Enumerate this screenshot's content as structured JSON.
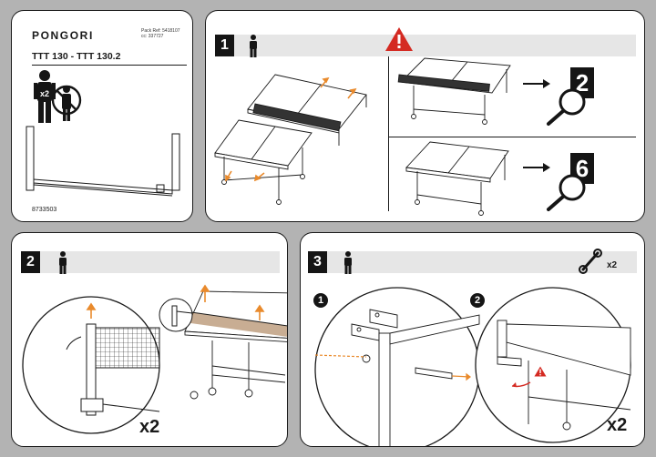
{
  "cover": {
    "brand": "PONGORI",
    "model": "TTT 130 - TTT 130.2",
    "pack_ref_line1": "Pack Ref: 5418107",
    "pack_ref_line2": "cc: 337727",
    "person_badge": "x2",
    "reference": "8733503"
  },
  "step1": {
    "number": "1",
    "ref_a": "2",
    "ref_b": "6"
  },
  "step2": {
    "number": "2",
    "quantity": "x2"
  },
  "step3": {
    "number": "3",
    "tool_quantity": "x2",
    "substep_a": "1",
    "substep_b": "2",
    "quantity": "x2"
  },
  "icons": {
    "person": "person-icon",
    "warning": "warning-icon",
    "magnifier": "magnifier-icon",
    "wrench": "wrench-icon",
    "arrow": "arrow-right-icon"
  },
  "colors": {
    "accent_orange": "#e98a2c",
    "warning_red": "#d42a22",
    "panel_bg": "#ffffff",
    "page_bg": "#b3b3b3",
    "bar_gray": "#e6e6e6"
  }
}
